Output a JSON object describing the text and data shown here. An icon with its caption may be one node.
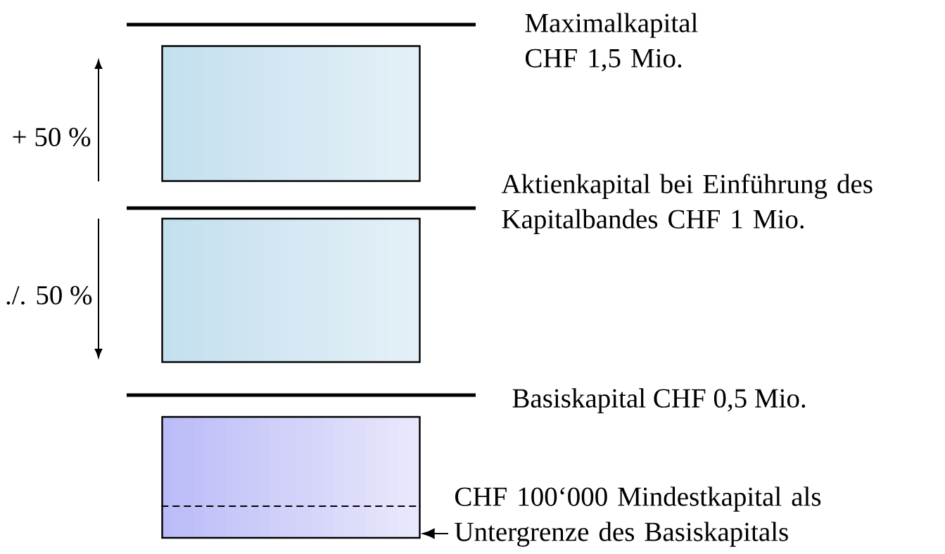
{
  "diagram": {
    "nodes": [
      {
        "text": [],
        "shape": "box"
      },
      {
        "text": [],
        "shape": "box"
      },
      {
        "text": [],
        "shape": "box"
      },
      {
        "text": [
          "CHF 100‘000 Mindestkapital als Untergrenze des Basiskapitals"
        ]
      }
    ],
    "edges": [
      {
        "from": 3,
        "to": 2,
        "arrow": "to"
      }
    ],
    "labels": [
      "Maximalkapital CHF 1,5 Mio.",
      "+ 50 %",
      "Aktienkapital bei Einführung des Kapitalbandes CHF 1 Mio.",
      "./. 50 %",
      "Basiskapital CHF 0,5 Mio."
    ]
  }
}
